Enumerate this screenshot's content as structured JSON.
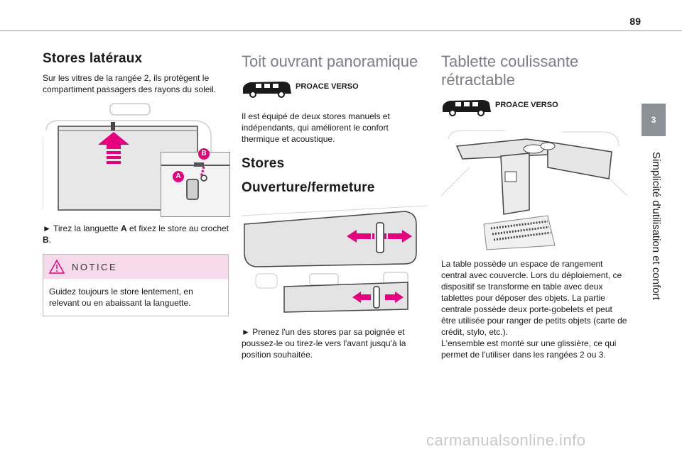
{
  "page": {
    "number": "89",
    "chapter_number": "3",
    "chapter_title": "Simplicité d'utilisation et confort",
    "watermark": "carmanualsonline.info"
  },
  "col1": {
    "title": "Stores latéraux",
    "intro": "Sur les vitres de la rangée 2, ils protègent le compartiment passagers des rayons du soleil.",
    "label_a": "A",
    "label_b": "B",
    "instruction_pre": "► Tirez la languette ",
    "instruction_a": "A",
    "instruction_mid": " et fixez le store au crochet ",
    "instruction_b": "B",
    "instruction_post": ".",
    "notice_title": "NOTICE",
    "notice_text": "Guidez toujours le store lentement, en relevant ou en abaissant la languette."
  },
  "col2": {
    "title": "Toit ouvrant panoramique",
    "model": "PROACE VERSO",
    "body": "Il est équipé de deux stores manuels et indépendants, qui améliorent le confort thermique et acoustique.",
    "stores_heading": "Stores",
    "open_close_heading": "Ouverture/fermeture",
    "instruction": "► Prenez l'un des stores par sa poignée et poussez-le ou tirez-le vers l'avant jusqu'à la position souhaitée."
  },
  "col3": {
    "title": "Tablette coulissante rétractable",
    "model": "PROACE VERSO",
    "body_1": "La table possède un espace de rangement central avec couvercle. Lors du déploiement, ce dispositif se transforme en table avec deux tablettes pour déposer des objets. La partie centrale possède deux porte-gobelets et peut être utilisée pour ranger de petits objets (carte de crédit, stylo, etc.).",
    "body_2": "L'ensemble est monté sur une glissière, ce qui permet de l'utiliser dans les rangées 2 ou 3."
  },
  "colors": {
    "accent_pink": "#e6007e",
    "notice_bg": "#f6d9eb",
    "tab_gray": "#8c9198",
    "heading_gray": "#7b7f85"
  },
  "icons": [
    "van-icon",
    "warning-triangle-icon",
    "up-arrow-icon",
    "double-arrow-icon"
  ]
}
